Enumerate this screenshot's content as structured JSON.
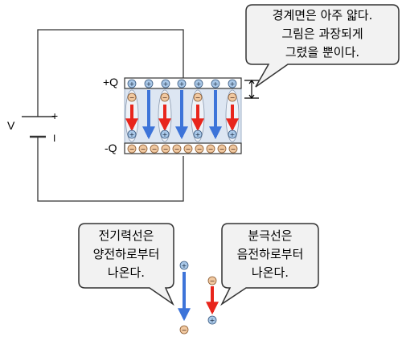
{
  "circuit": {
    "battery_label": "V",
    "battery_plus": "+",
    "battery_minus": "I",
    "plate_top_label": "+Q",
    "plate_bottom_label": "-Q"
  },
  "callouts": {
    "thin_boundary": [
      "경계면은 아주 얇다.",
      "그림은 과장되게",
      "그렸을 뿐이다."
    ],
    "field_lines": [
      "전기력선은",
      "양전하로부터",
      "나온다."
    ],
    "polarization_lines": [
      "분극선은",
      "음전하로부터",
      "나온다."
    ]
  },
  "legend": {
    "field_line_label": "전기력선",
    "polarization_line_label": "분극선"
  },
  "colors": {
    "field_line": "#3d74d9",
    "polarization_line": "#e8251c",
    "positive_charge": "#a9c8e8",
    "negative_charge": "#f0c8a0",
    "bubble_fill": "#f2f2f2",
    "bubble_border": "#333333",
    "dielectric_fill": "#dde6f2"
  }
}
